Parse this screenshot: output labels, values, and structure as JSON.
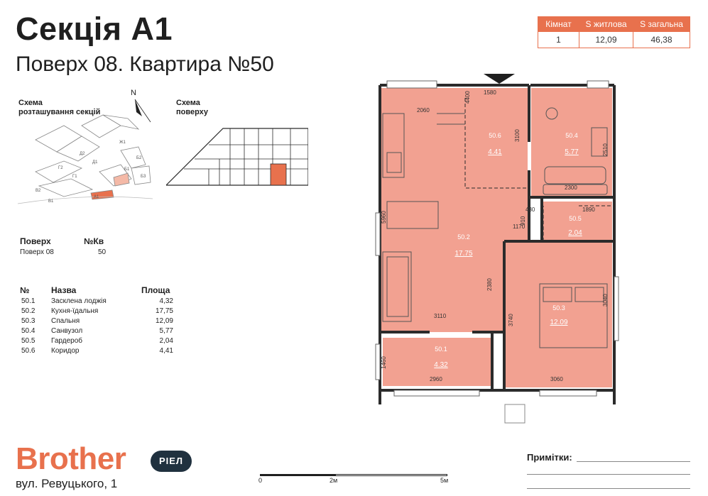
{
  "header": {
    "title": "Секція А1",
    "subtitle": "Поверх 08. Квартира №50"
  },
  "summary": {
    "headers": [
      "Кімнат",
      "S житлова",
      "S загальна"
    ],
    "values": [
      "1",
      "12,09",
      "46,38"
    ]
  },
  "schemas": {
    "sections_label": "Схема\nрозташування секцій",
    "floor_label": "Схема\nповерху",
    "north": "N",
    "section_tags": [
      "Ж1",
      "Д2",
      "Д1",
      "Г2",
      "Г1",
      "В2",
      "В1",
      "А1",
      "Б1",
      "Б2",
      "Б3"
    ]
  },
  "floor_info": {
    "floor_header": "Поверх",
    "apt_header": "№Кв",
    "floor_value": "Поверх 08",
    "apt_value": "50"
  },
  "rooms_table": {
    "headers": [
      "№",
      "Назва",
      "Площа"
    ],
    "rows": [
      {
        "num": "50.1",
        "name": "Засклена лоджія",
        "area": "4,32"
      },
      {
        "num": "50.2",
        "name": "Кухня-їдальня",
        "area": "17,75"
      },
      {
        "num": "50.3",
        "name": "Спальня",
        "area": "12,09"
      },
      {
        "num": "50.4",
        "name": "Санвузол",
        "area": "5,77"
      },
      {
        "num": "50.5",
        "name": "Гардероб",
        "area": "2,04"
      },
      {
        "num": "50.6",
        "name": "Коридор",
        "area": "4,41"
      }
    ]
  },
  "plan": {
    "rooms": [
      {
        "id": "50.1",
        "area": "4.32"
      },
      {
        "id": "50.2",
        "area": "17.75"
      },
      {
        "id": "50.3",
        "area": "12.09"
      },
      {
        "id": "50.4",
        "area": "5.77"
      },
      {
        "id": "50.5",
        "area": "2.04"
      },
      {
        "id": "50.6",
        "area": "4.41"
      }
    ],
    "dimensions": [
      "1580",
      "2060",
      "3100",
      "4400",
      "2510",
      "2300",
      "430",
      "1890",
      "910",
      "1170",
      "5960",
      "2380",
      "3110",
      "3740",
      "3060",
      "2960",
      "1460",
      "3040"
    ],
    "colors": {
      "room_fill": "#f2a191",
      "wall": "#2b2b2b",
      "accent": "#e8714d"
    }
  },
  "brand": {
    "name": "Brother",
    "badge": "РІЕЛ",
    "address": "вул. Ревуцького, 1"
  },
  "notes": {
    "label": "Примітки:"
  },
  "scale": {
    "labels": [
      "0",
      "2м",
      "5м"
    ]
  }
}
